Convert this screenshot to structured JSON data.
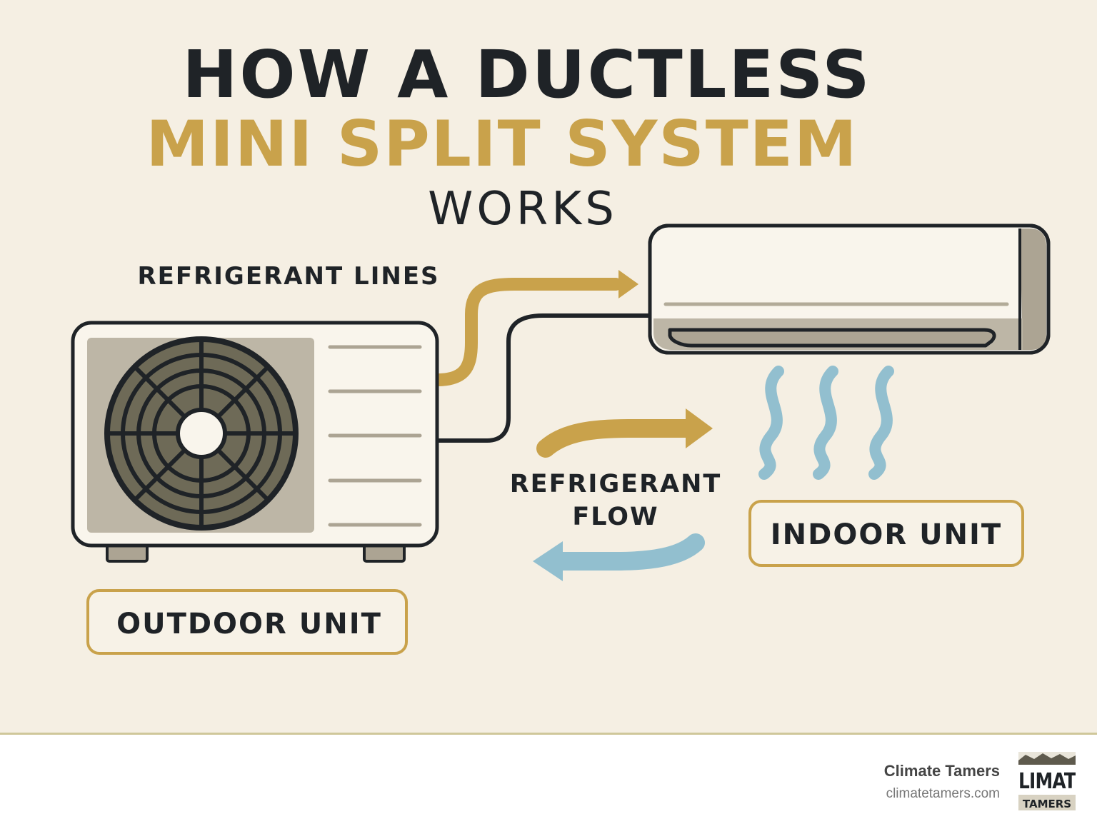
{
  "title": {
    "line1": "HOW A DUCTLESS",
    "line2": "MINI SPLIT SYSTEM",
    "line3": "WORKS"
  },
  "labels": {
    "refrigerant_lines": "REFRIGERANT LINES",
    "refrigerant_flow_1": "REFRIGERANT",
    "refrigerant_flow_2": "FLOW",
    "indoor_unit": "INDOOR UNIT",
    "outdoor_unit": "OUTDOOR UNIT"
  },
  "footer": {
    "brand_name": "Climate Tamers",
    "brand_url": "climatetamers.com",
    "logo_line1": "LIMAT",
    "logo_line2": "TAMERS"
  },
  "colors": {
    "background": "#f5efe3",
    "ink": "#1f2327",
    "gold": "#c9a24b",
    "blue": "#92bfcf",
    "unit_gray": "#bdb6a6",
    "fan_dark": "#6e6a57"
  }
}
